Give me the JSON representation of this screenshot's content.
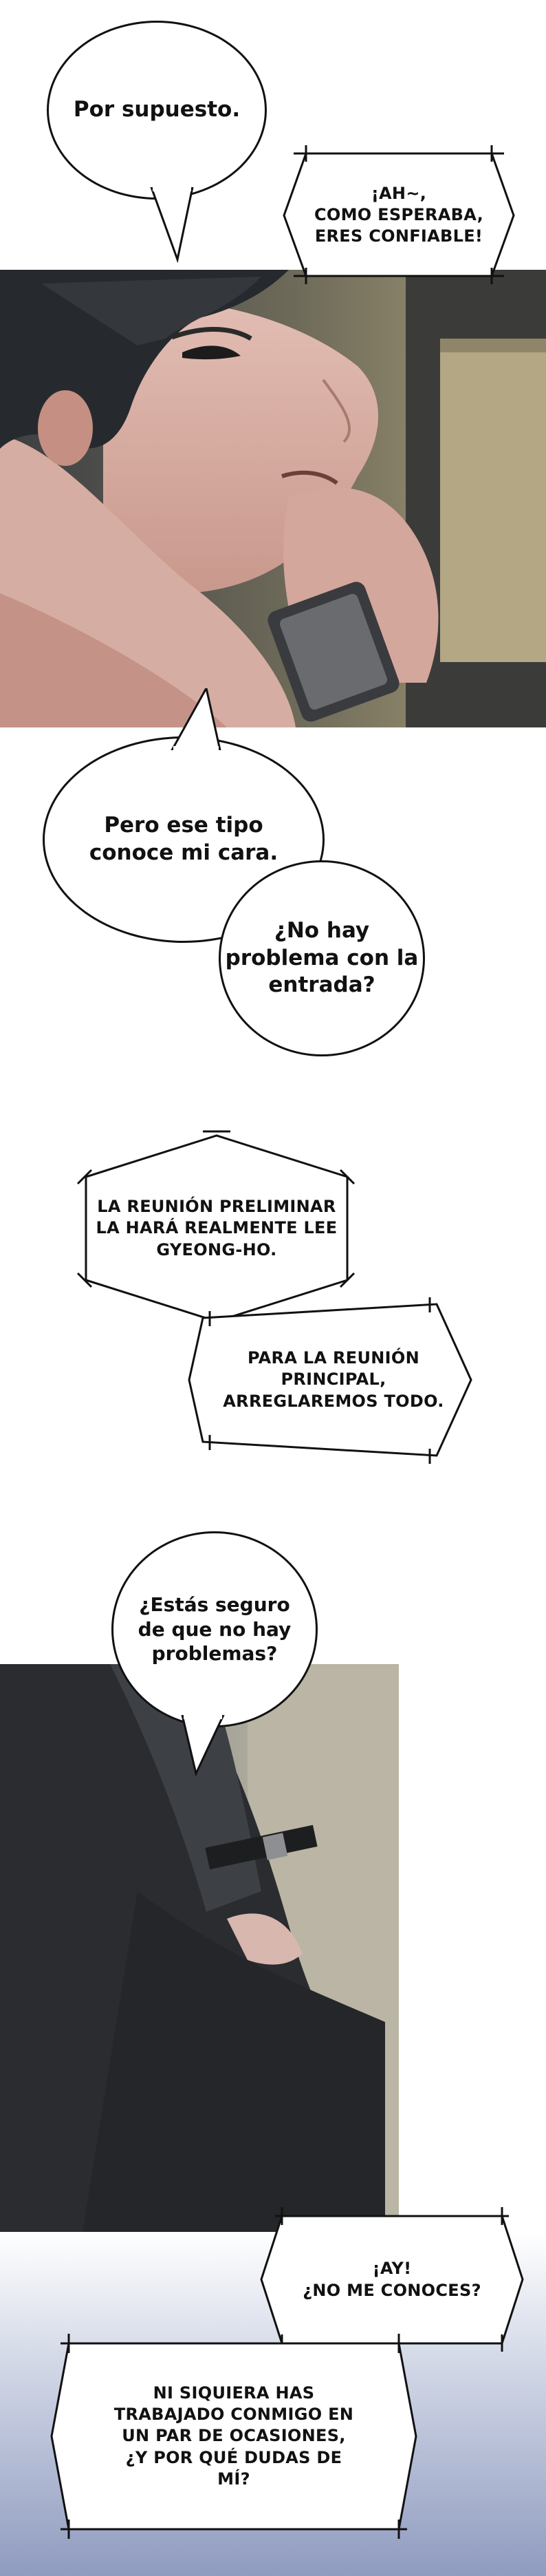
{
  "bubbles": {
    "b1": "Por supuesto.",
    "c1": "¡AH~,\nCOMO ESPERABA,\nERES CONFIABLE!",
    "b2": "Pero ese tipo\nconoce mi cara.",
    "b3": "¿No hay\nproblema con la\nentrada?",
    "c2": "LA REUNIÓN PRELIMINAR\nLA HARÁ REALMENTE LEE\nGYEONG-HO.",
    "c3": "PARA LA REUNIÓN\nPRINCIPAL,\nARREGLAREMOS TODO.",
    "b4": "¿Estás seguro\nde que no hay\nproblemas?",
    "c4": "¡AY!\n¿NO ME CONOCES?",
    "c5": "NI SIQUIERA HAS\nTRABAJADO CONMIGO EN\nUN PAR DE OCASIONES,\n¿Y POR QUÉ DUDAS DE\nMÍ?"
  },
  "colors": {
    "panel_dark": "#2a2c2e",
    "skin": "#d9b0a6",
    "hair": "#23262a",
    "bg_beige": "#b6ab86",
    "suit": "#2b2d30",
    "sky_blue": "#aeb6cf"
  }
}
